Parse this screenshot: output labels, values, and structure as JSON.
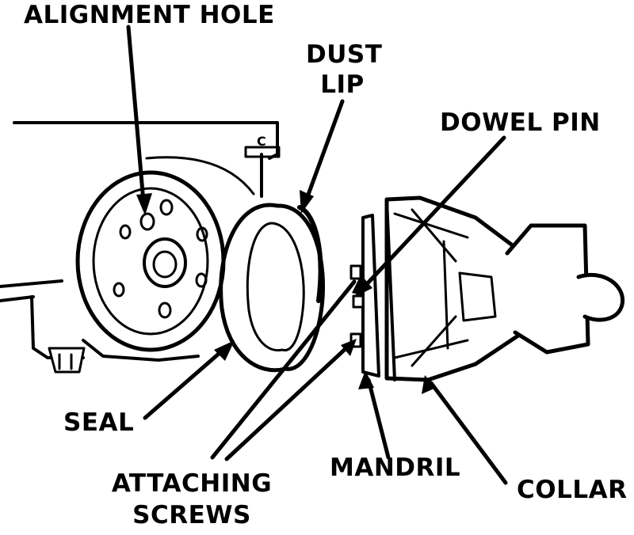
{
  "diagram": {
    "labels": {
      "alignment_hole": "ALIGNMENT HOLE",
      "dust": "DUST",
      "lip": "LIP",
      "dowel_pin": "DOWEL PIN",
      "seal": "SEAL",
      "mandril": "MANDRIL",
      "attaching": "ATTACHING",
      "screws": "SCREWS",
      "collar": "COLLAR",
      "tag_c": "C"
    }
  },
  "colors": {
    "ink": "#000000",
    "paper": "#ffffff"
  }
}
